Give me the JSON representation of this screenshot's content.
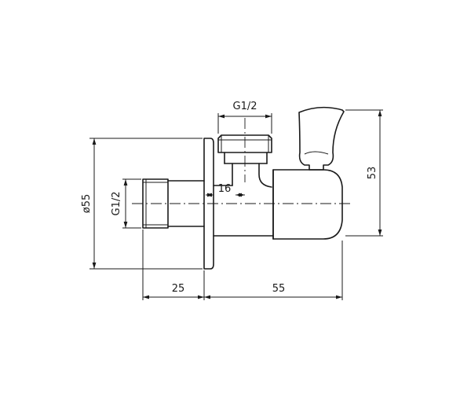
{
  "dimensions": {
    "thread_top": "G1/2",
    "thread_side": "G1/2",
    "diameter": "ø55",
    "height": "53",
    "offset": "16",
    "length_left": "25",
    "length_right": "55"
  }
}
